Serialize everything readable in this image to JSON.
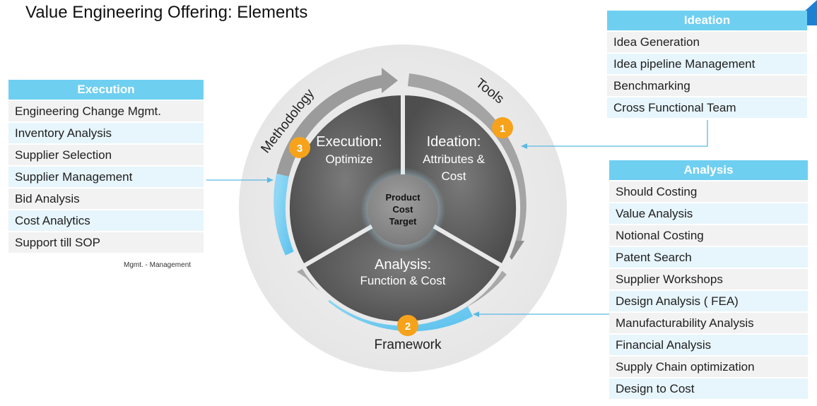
{
  "title": "Value Engineering Offering: Elements",
  "colors": {
    "accent": "#6fcff1",
    "badge": "#f7a21b",
    "segment": "#5f5f5f",
    "hub": "#8c8c8c"
  },
  "execution_panel": {
    "header": "Execution",
    "items": [
      "Engineering Change Mgmt.",
      "Inventory Analysis",
      "Supplier Selection",
      "Supplier Management",
      "Bid Analysis",
      "Cost Analytics",
      "Support till SOP"
    ],
    "note": "Mgmt. - Management"
  },
  "ideation_panel": {
    "header": "Ideation",
    "items": [
      "Idea Generation",
      "Idea pipeline Management",
      "Benchmarking",
      "Cross Functional Team"
    ]
  },
  "analysis_panel": {
    "header": "Analysis",
    "items": [
      "Should Costing",
      "Value Analysis",
      "Notional Costing",
      "Patent Search",
      "Supplier Workshops",
      "Design Analysis ( FEA)",
      "Manufacturability Analysis",
      "Financial Analysis",
      "Supply Chain optimization",
      "Design to Cost"
    ]
  },
  "wheel": {
    "hub": [
      "Product",
      "Cost",
      "Target"
    ],
    "segments": {
      "ideation": {
        "line1": "Ideation:",
        "line2": "Attributes &",
        "line3": "Cost",
        "badge": "1"
      },
      "analysis": {
        "line1": "Analysis:",
        "line2": "Function & Cost",
        "badge": "2"
      },
      "execution": {
        "line1": "Execution:",
        "line2": "Optimize",
        "badge": "3"
      }
    },
    "ring_labels": {
      "methodology": "Methodology",
      "tools": "Tools",
      "framework": "Framework"
    }
  }
}
